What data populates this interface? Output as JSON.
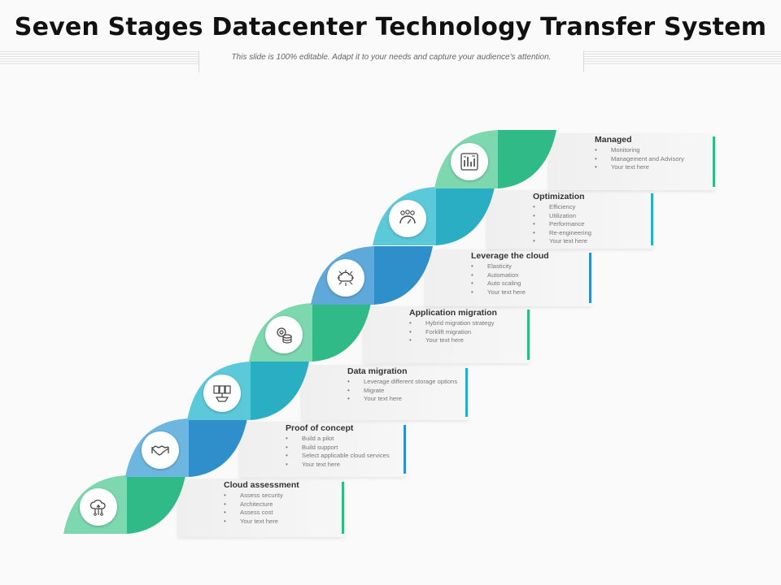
{
  "title": "Seven Stages Datacenter Technology Transfer System",
  "subtitle": "This slide is 100% editable. Adapt it to your needs and capture your audience's attention.",
  "stages": [
    {
      "title": "Cloud assessment",
      "items": [
        "Assess security",
        "Architecture",
        "Assess cost",
        "Your text here"
      ],
      "icon": "cloud-network-icon",
      "light": "#7dd8b0",
      "dark": "#2fba88"
    },
    {
      "title": "Proof of concept",
      "items": [
        "Build a pilot",
        "Build support",
        "Select applicable cloud services",
        "Your text here"
      ],
      "icon": "handshake-icon",
      "light": "#6cb6e0",
      "dark": "#2f8fcb"
    },
    {
      "title": "Data migration",
      "items": [
        "Leverage different storage options",
        "Migrate",
        "Your text here"
      ],
      "icon": "server-transfer-icon",
      "light": "#5cc9da",
      "dark": "#29aec4"
    },
    {
      "title": "Application migration",
      "items": [
        "Hybrid migration strategy",
        "Forklift migration",
        "Your text here"
      ],
      "icon": "gear-database-icon",
      "light": "#7dd8b0",
      "dark": "#2fba88"
    },
    {
      "title": "Leverage the cloud",
      "items": [
        "Elasticity",
        "Automation",
        "Auto scaling",
        "Your text here"
      ],
      "icon": "cloud-circuit-icon",
      "light": "#5ea9d9",
      "dark": "#2f8fcb"
    },
    {
      "title": "Optimization",
      "items": [
        "Efficiency",
        "Utilization",
        "Performance",
        "Re-engineering",
        "Your text here"
      ],
      "icon": "gauge-icon",
      "light": "#5cc9da",
      "dark": "#29aec4"
    },
    {
      "title": "Managed",
      "items": [
        "Monitoring",
        "Management and Advisory",
        "Your text here"
      ],
      "icon": "dashboard-icon",
      "light": "#7dd8b0",
      "dark": "#2fba88"
    }
  ]
}
